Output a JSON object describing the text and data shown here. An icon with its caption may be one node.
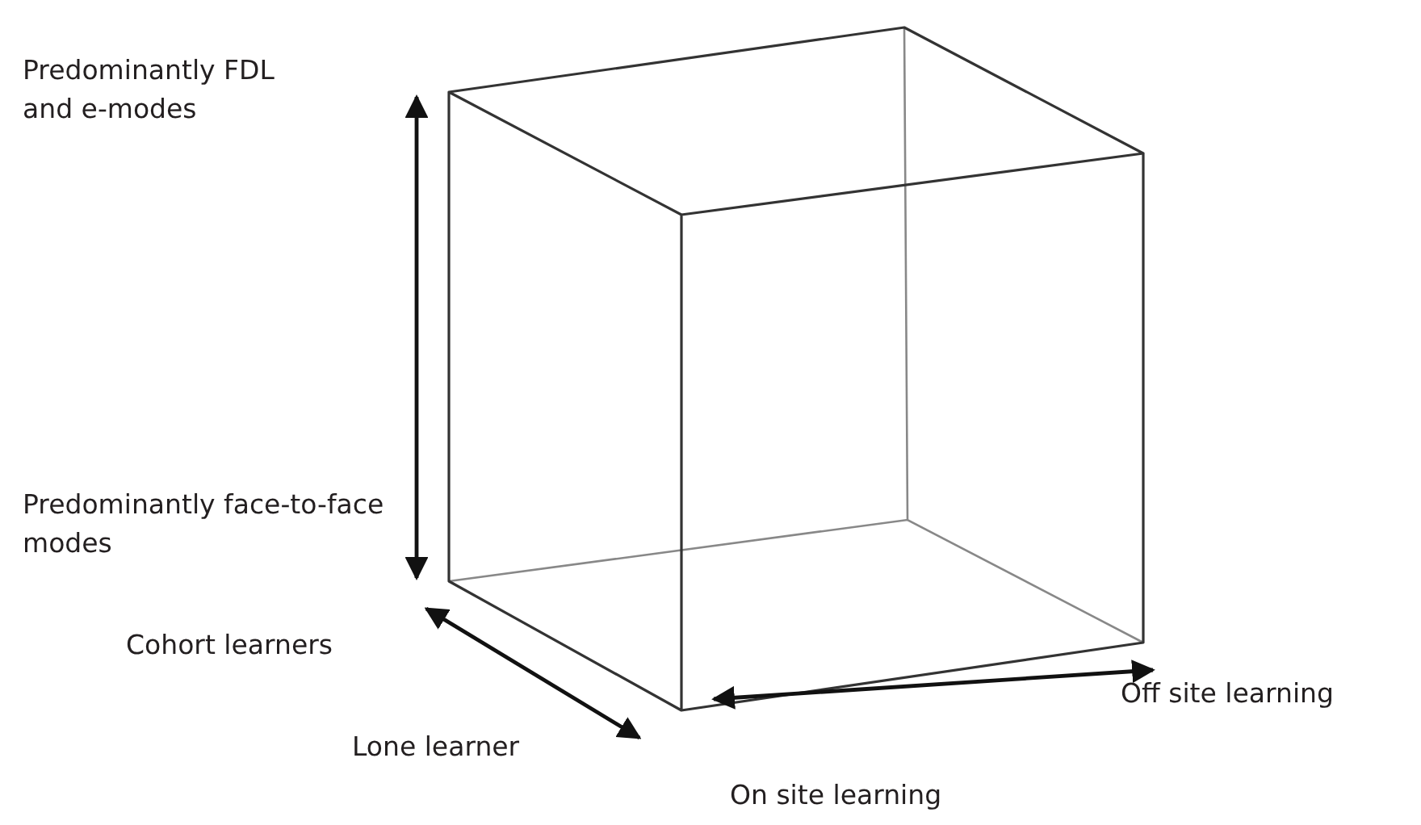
{
  "diagram": {
    "labels": [
      "Predominantly FDL and e-modes",
      "Predominantly face-to-face modes",
      "Cohort learners",
      "Lone learner",
      "Off site learning",
      "On site learning"
    ]
  }
}
